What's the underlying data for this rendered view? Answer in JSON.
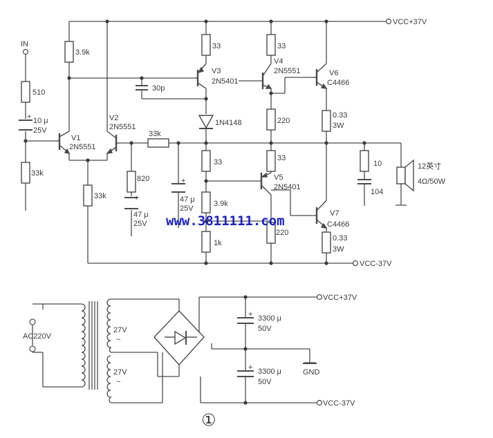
{
  "rails": {
    "vcc_pos": "VCC+37V",
    "vcc_neg": "VCC-37V",
    "vcc_neg_psu": "VCC-37V",
    "vcc_pos_psu": "VCC+37V"
  },
  "input": {
    "in": "IN"
  },
  "transistors": {
    "v1": {
      "ref": "V1",
      "part": "2N5551"
    },
    "v2": {
      "ref": "V2",
      "part": "2N5551"
    },
    "v3": {
      "ref": "V3",
      "part": "2N5401"
    },
    "v4": {
      "ref": "V4",
      "part": "2N5551"
    },
    "v5": {
      "ref": "V5",
      "part": "2N5401"
    },
    "v6": {
      "ref": "V6",
      "part": "C4466"
    },
    "v7": {
      "ref": "V7",
      "part": "C4466"
    }
  },
  "diode": {
    "part": "1N4148"
  },
  "resistors": {
    "r510": "510",
    "r33k_in": "33k",
    "r39k_top": "3.9k",
    "r33k_tail": "33k",
    "r33k_fb": "33k",
    "r820": "820",
    "r33_v3": "33",
    "r33_v4": "33",
    "r220_top": "220",
    "r33_mid": "33",
    "r33_v5": "33",
    "r39k_mid": "3.9k",
    "r1k": "1k",
    "r220_bot": "220",
    "r033_top": "0.33",
    "r033_top_w": "3W",
    "r033_bot": "0.33",
    "r033_bot_w": "3W",
    "r10": "10"
  },
  "capacitors": {
    "c_in": "10 μ",
    "c_in_v": "25V",
    "c_30p": "30p",
    "c47_a": "47 μ",
    "c47_a_v": "25V",
    "c47_b": "47 μ",
    "c47_b_v": "25V",
    "c104": "104",
    "c3300_a": "3300 μ",
    "c3300_a_v": "50V",
    "c3300_b": "3300 μ",
    "c3300_b_v": "50V"
  },
  "speaker": {
    "size": "12英寸",
    "rating": "4Ω/50W"
  },
  "psu": {
    "mains": "AC220V",
    "sec1": "27V",
    "sec2": "27V",
    "tilde1": "~",
    "tilde2": "~",
    "gnd": "GND"
  },
  "watermark": "www.3811111.com",
  "figure_no": "①"
}
